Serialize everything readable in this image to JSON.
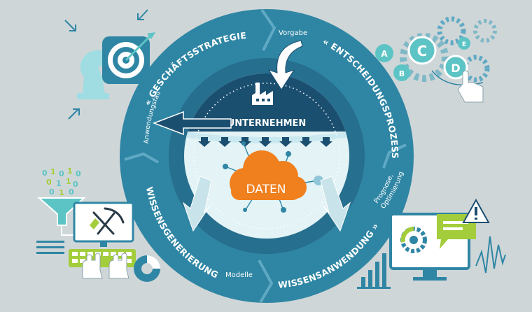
{
  "colors": {
    "background": "#cfd6d8",
    "ring": "#2f86a4",
    "ring_dark": "#1f6a88",
    "center_band": "#1b4f70",
    "cloud": "#f07f1e",
    "teal": "#5cc4c5",
    "green": "#a3cd3b",
    "white": "#ffffff"
  },
  "diagram": {
    "center_title": "UNTERNEHMEN",
    "cloud_label": "DATEN",
    "segments": {
      "strategy": {
        "title": "GESCHÄFTSSTRATEGIE",
        "note": "Anwendungsfall",
        "chevron": "«"
      },
      "decision": {
        "title": "ENTSCHEIDUNGSPROZESS",
        "note": "Vorgabe",
        "chevron": "«"
      },
      "application": {
        "title": "WISSENSANWENDUNG",
        "note_line1": "Prognose,",
        "note_line2": "Optimierung",
        "chevron": "»"
      },
      "generation": {
        "title": "WISSENSGENERIERUNG",
        "note": "Modelle",
        "chevron": "»"
      }
    },
    "gear_letters": [
      "A",
      "B",
      "C",
      "D",
      "E"
    ],
    "binary_digits": [
      "0",
      "1",
      "0",
      "1",
      "0",
      "0",
      "1",
      "1",
      "0",
      "0",
      "1",
      "0"
    ]
  }
}
